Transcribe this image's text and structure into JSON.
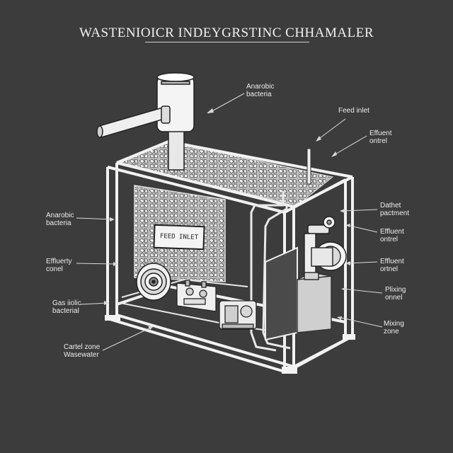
{
  "diagram": {
    "title": "WASTENIOICR INDEYGRSTINC CHHAMALER",
    "sign_text": "FEED INLET",
    "labels": {
      "top_anarobic": "Anarobic\nbacteria",
      "feed_inlet": "Feed inlet",
      "effuent_ontrel": "Effuent\nontrel",
      "dathet_pactment": "Dathet\npactment",
      "effluent_ontrel_1": "Effluent\nontrel",
      "effluent_ortnel": "Effluent\nortnel",
      "plixing_onnel": "Plixing\nonnel",
      "mixing_zone": "Mixing\nzone",
      "left_anarobic": "Anarobic\nbacteria",
      "effluerty_conel": "Effluerty\nconel",
      "gas_liolic": "Gas iiolic\nbacterial",
      "cartel_zone": "Cartel zone\nWasewater"
    }
  }
}
